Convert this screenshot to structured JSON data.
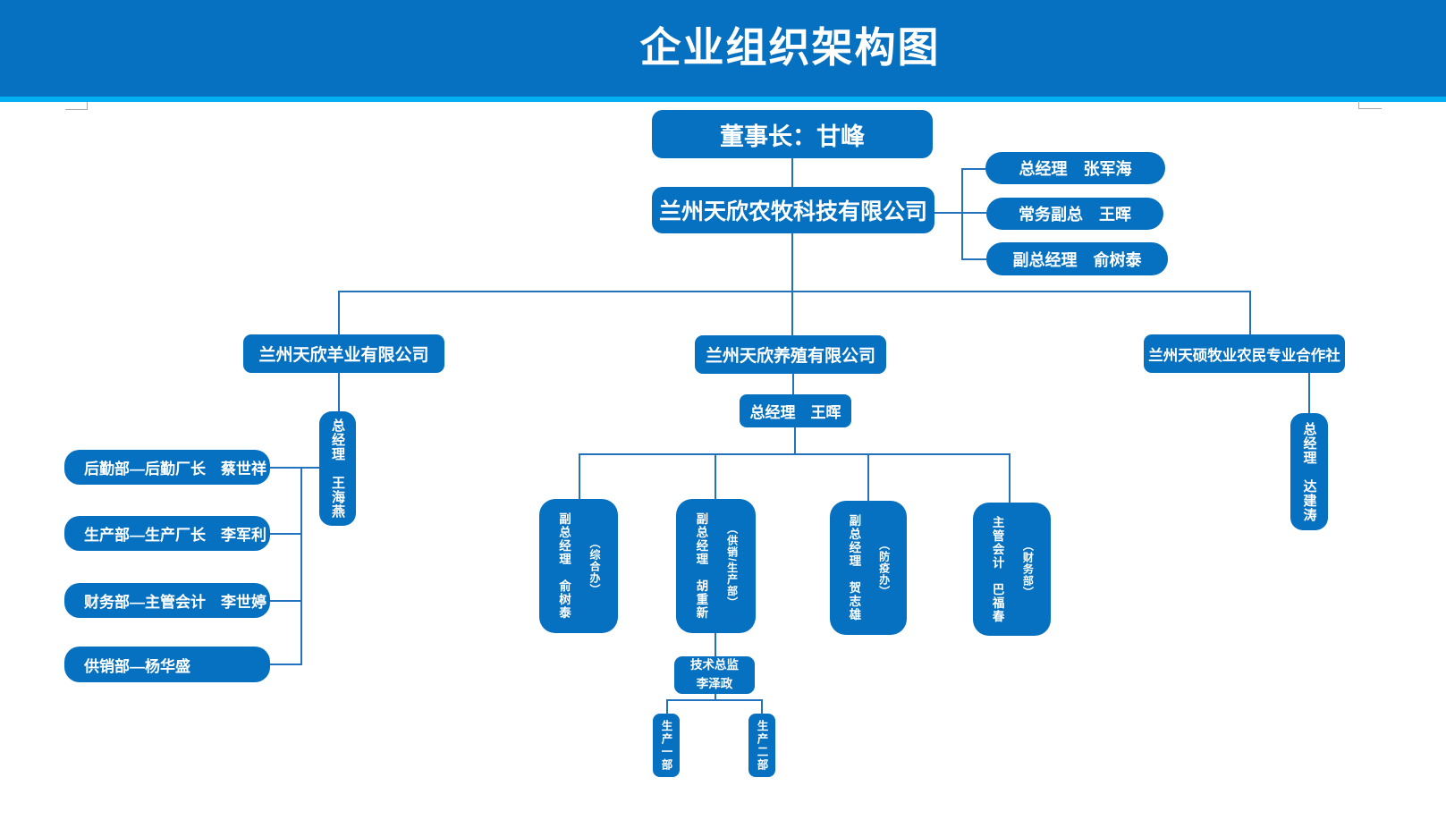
{
  "title": "企业组织架构图",
  "colors": {
    "primary": "#0670c1",
    "accent_strip": "#00b0f0",
    "line": "#2372bd"
  },
  "org": {
    "chairman": "董事长：甘峰",
    "parent_company": "兰州天欣农牧科技有限公司",
    "executives": [
      "总经理　张军海",
      "常务副总　王晖",
      "副总经理　俞树泰"
    ],
    "subsidiaries": [
      {
        "name": "兰州天欣羊业有限公司",
        "manager": "总经理　王海燕",
        "departments": [
          "后勤部—后勤厂长　蔡世祥",
          "生产部—生产厂长　李军利",
          "财务部—主管会计　李世婷",
          "供销部—杨华盛"
        ]
      },
      {
        "name": "兰州天欣养殖有限公司",
        "manager": "总经理　王晖",
        "deputies": [
          {
            "role": "副总经理　俞树泰",
            "dept": "（综合办）"
          },
          {
            "role": "副总经理　胡重新",
            "dept": "（供销/生产部）"
          },
          {
            "role": "副总经理　贺志雄",
            "dept": "（防疫办）"
          },
          {
            "role": "主管会计　巴福春",
            "dept": "（财务部）"
          }
        ],
        "tech_director": {
          "title": "技术总监",
          "name": "李泽政"
        },
        "production_units": [
          "生产一部",
          "生产二部"
        ]
      },
      {
        "name": "兰州天硕牧业农民专业合作社",
        "manager": "总经理　达建涛"
      }
    ]
  }
}
